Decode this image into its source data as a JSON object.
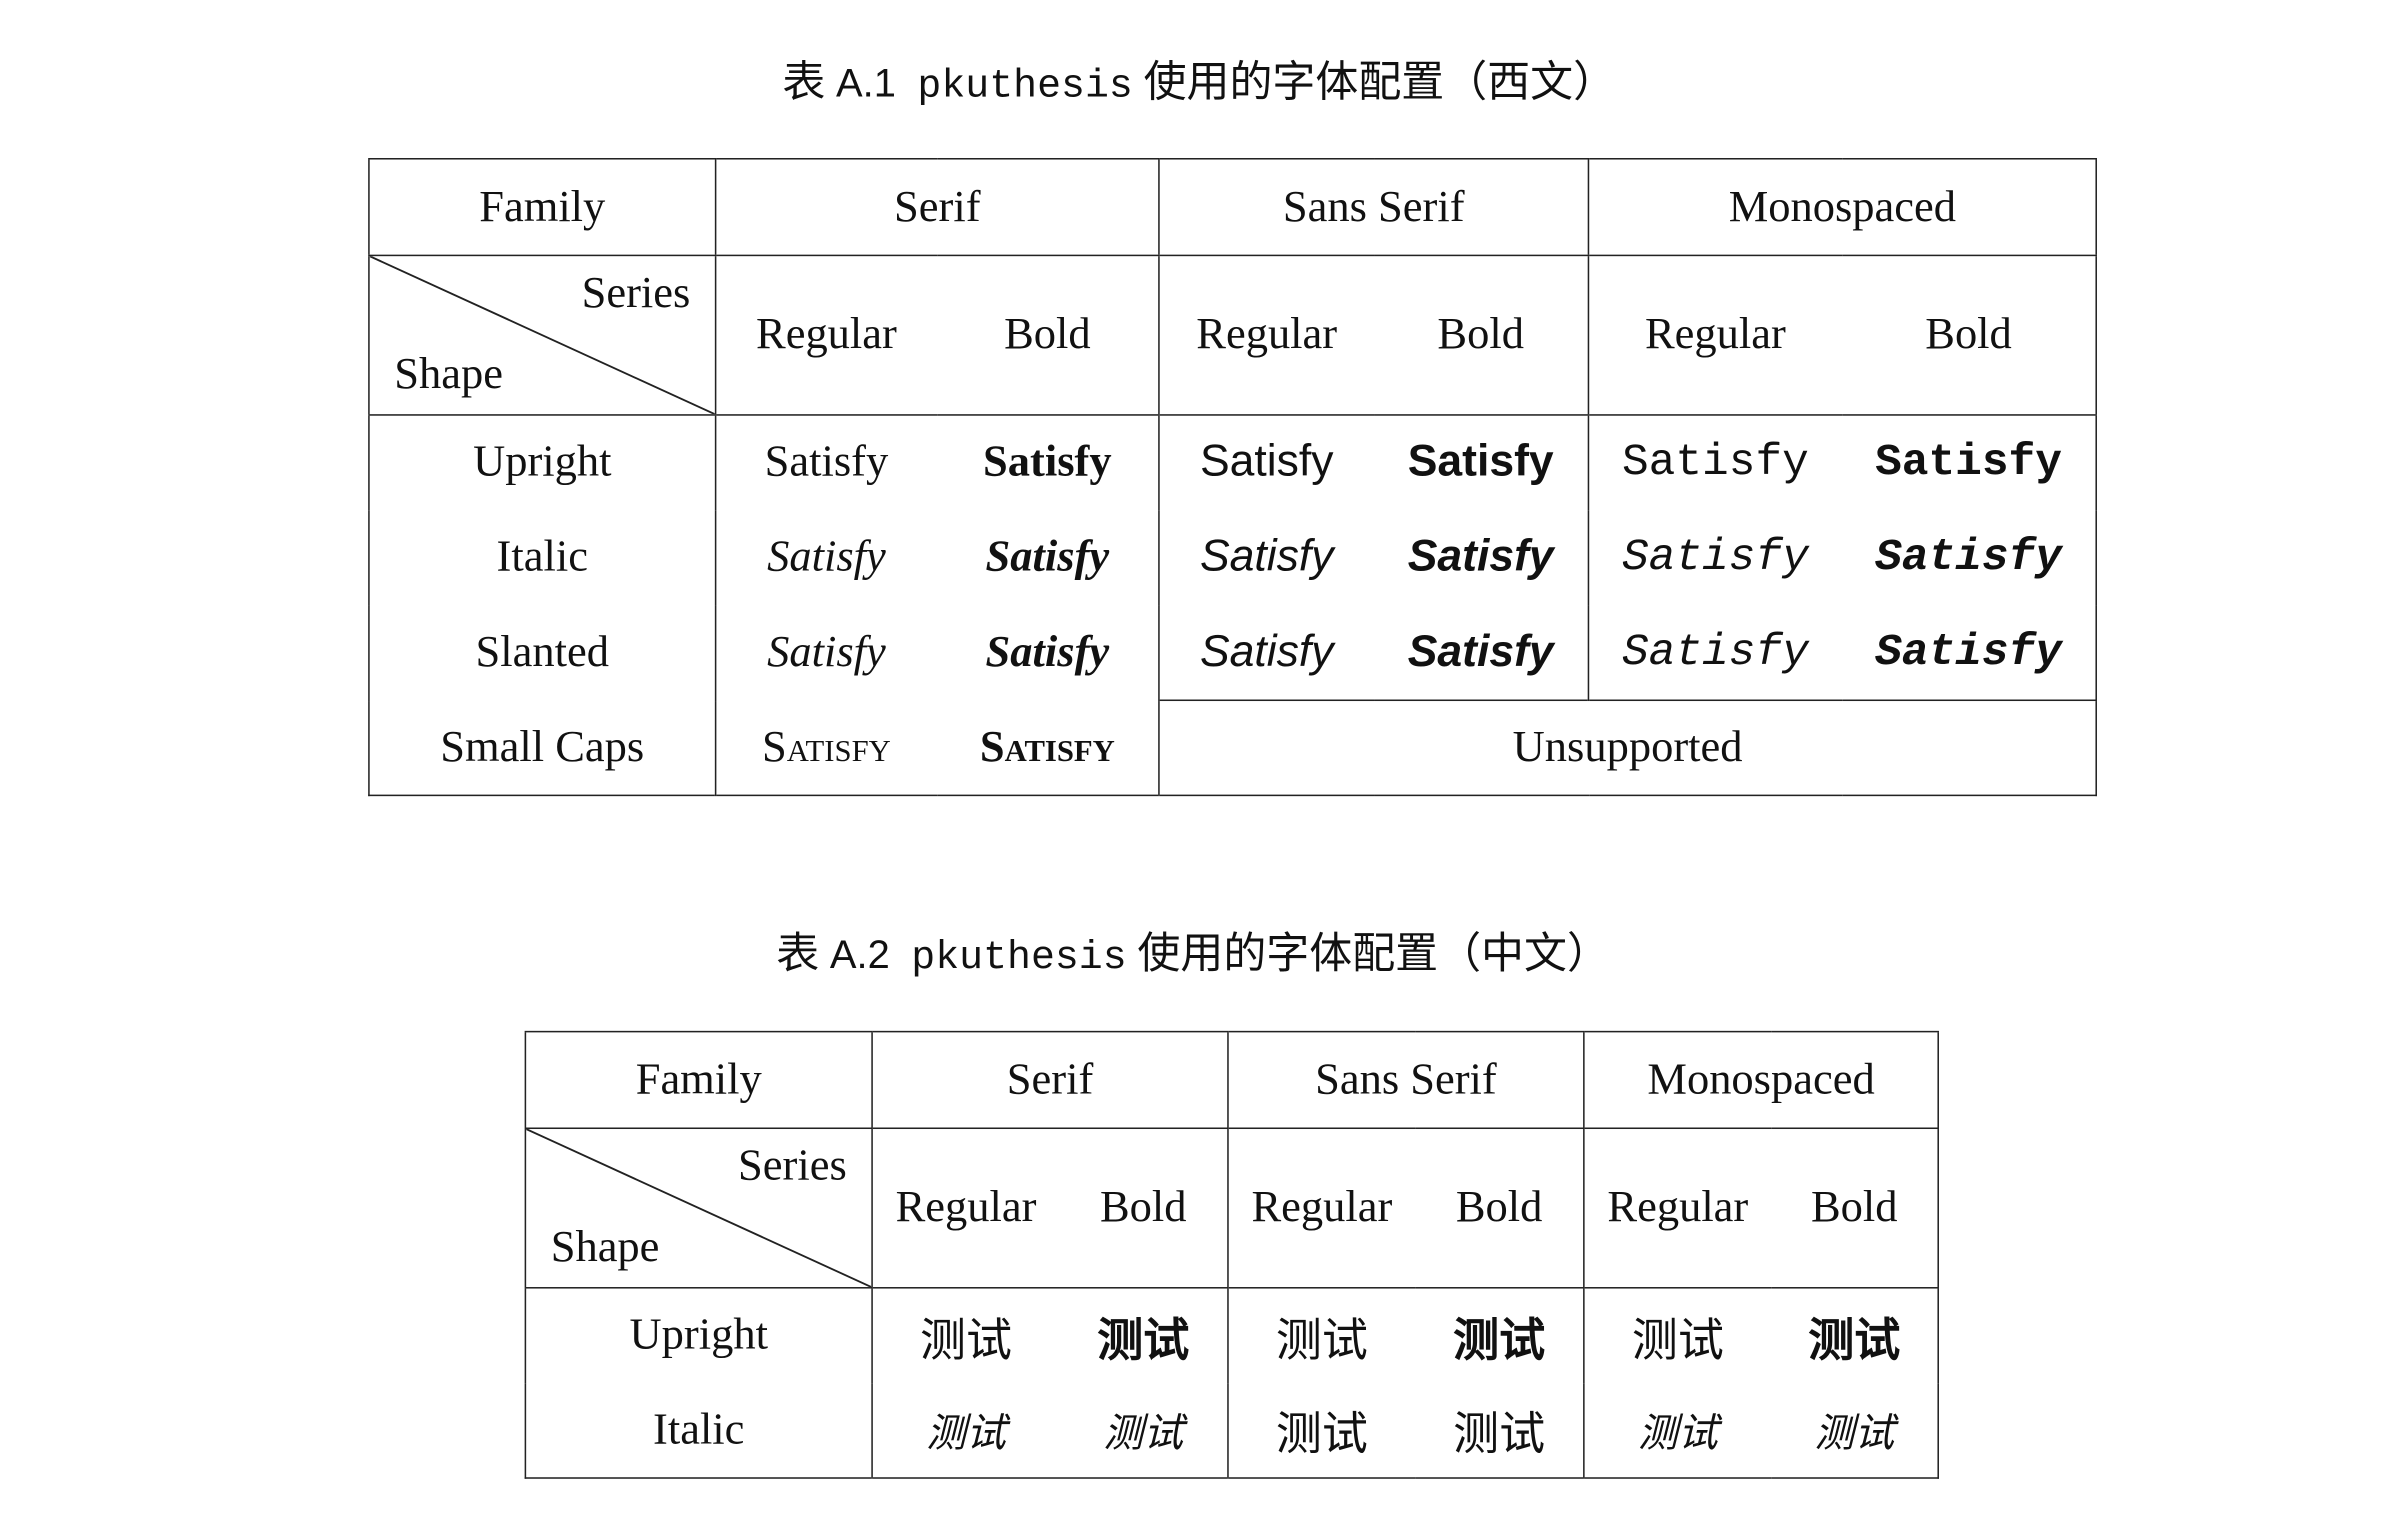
{
  "table1": {
    "caption": {
      "prefix": "表",
      "number": "A.1",
      "package": "pkuthesis",
      "suffix": "使用的字体配置（西文）"
    },
    "families": [
      "Family",
      "Serif",
      "Sans Serif",
      "Monospaced"
    ],
    "series_label": "Series",
    "shape_label": "Shape",
    "series": [
      "Regular",
      "Bold"
    ],
    "shapes": [
      "Upright",
      "Italic",
      "Slanted",
      "Small Caps"
    ],
    "sample": "Satisfy",
    "unsupported": "Unsupported"
  },
  "table2": {
    "caption": {
      "prefix": "表",
      "number": "A.2",
      "package": "pkuthesis",
      "suffix": "使用的字体配置（中文）"
    },
    "families": [
      "Family",
      "Serif",
      "Sans Serif",
      "Monospaced"
    ],
    "series_label": "Series",
    "shape_label": "Shape",
    "series": [
      "Regular",
      "Bold"
    ],
    "shapes": [
      "Upright",
      "Italic"
    ],
    "sample": "测试"
  }
}
